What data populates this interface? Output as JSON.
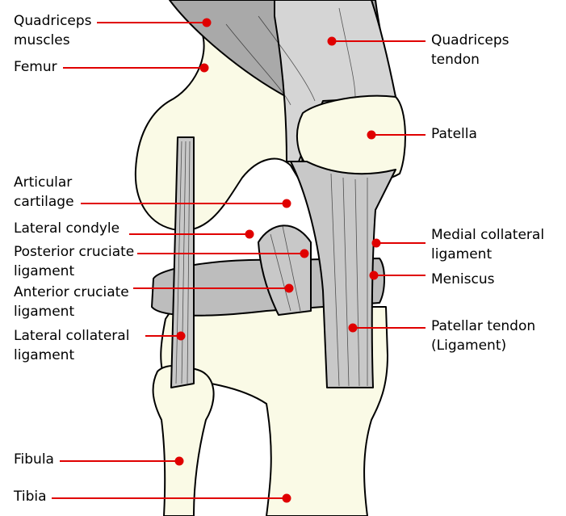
{
  "title": "Knee joint anatomy",
  "colors": {
    "bone": "#fafae6",
    "ligament": "#c8c8c8",
    "muscle": "#a9a9a9",
    "leader": "#e00000",
    "outline": "#000000"
  },
  "labels_left": [
    {
      "id": "quadriceps-muscles",
      "lines": [
        "Quadriceps",
        "muscles"
      ]
    },
    {
      "id": "femur",
      "lines": [
        "Femur"
      ]
    },
    {
      "id": "articular-cartilage",
      "lines": [
        "Articular",
        "cartilage"
      ]
    },
    {
      "id": "lateral-condyle",
      "lines": [
        "Lateral condyle"
      ]
    },
    {
      "id": "posterior-cruciate-ligament",
      "lines": [
        "Posterior cruciate",
        "ligament"
      ]
    },
    {
      "id": "anterior-cruciate-ligament",
      "lines": [
        "Anterior cruciate",
        "ligament"
      ]
    },
    {
      "id": "lateral-collateral-ligament",
      "lines": [
        "Lateral collateral",
        "ligament"
      ]
    },
    {
      "id": "fibula",
      "lines": [
        "Fibula"
      ]
    },
    {
      "id": "tibia",
      "lines": [
        "Tibia"
      ]
    }
  ],
  "labels_right": [
    {
      "id": "quadriceps-tendon",
      "lines": [
        "Quadriceps",
        "tendon"
      ]
    },
    {
      "id": "patella",
      "lines": [
        "Patella"
      ]
    },
    {
      "id": "medial-collateral-ligament",
      "lines": [
        "Medial collateral",
        "ligament"
      ]
    },
    {
      "id": "meniscus",
      "lines": [
        "Meniscus"
      ]
    },
    {
      "id": "patellar-tendon",
      "lines": [
        "Patellar tendon",
        "(Ligament)"
      ]
    }
  ]
}
